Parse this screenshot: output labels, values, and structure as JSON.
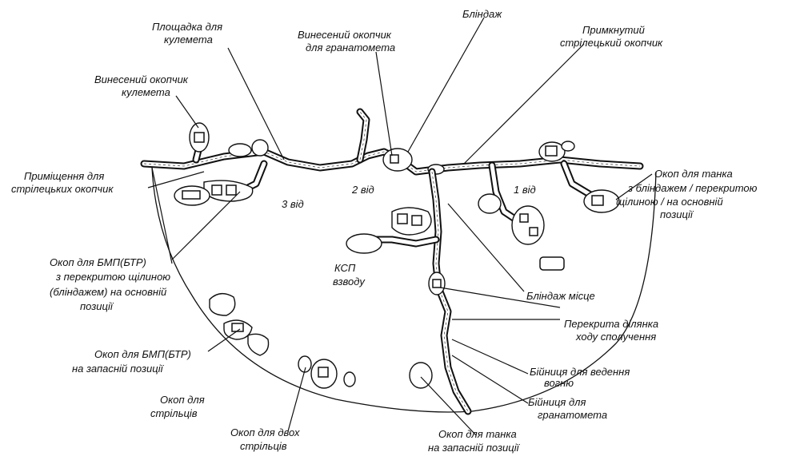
{
  "labels": {
    "crew_platform": [
      "Площадка для",
      "кулемета"
    ],
    "grenade_cell": [
      "Винесений окопчик",
      "для гранатомета"
    ],
    "dugout_top": [
      "Бліндаж"
    ],
    "attached_rifle": [
      "Примкнутий",
      "стрілецький окопчик"
    ],
    "forward_mg": [
      "Винесений окопчик",
      "кулемета"
    ],
    "shelter_trench": [
      "Приміщення для",
      "стрілецьких окопчик"
    ],
    "squad2": [
      "2 від"
    ],
    "squad1": [
      "1 від"
    ],
    "squad3": [
      "3 від"
    ],
    "tank_main": [
      "Окоп для танка",
      "з бліндажем / перекритою",
      "щілиною / на основній",
      "позиції"
    ],
    "bmp_main": [
      "Окоп для БМП(БТР)",
      "з перекритою щілиною",
      "(бліндажем) на основній",
      "позиції"
    ],
    "platoon_cp": [
      "КСП",
      "взводу"
    ],
    "dugout_place": [
      "Бліндаж місце"
    ],
    "covered_comm": [
      "Перекрита ділянка",
      "ходу сполучення"
    ],
    "bmp_reserve": [
      "Окоп для БМП(БТР)",
      "на запасній позиції"
    ],
    "fire_loophole": [
      "Бійниця для ведення",
      "вогню"
    ],
    "shooter_trench": [
      "Окоп для",
      "стрільців"
    ],
    "grenade_loophole": [
      "Бійниця для",
      "гранатомета"
    ],
    "two_shooter": [
      "Окоп для двох",
      "стрільців"
    ],
    "tank_reserve": [
      "Окоп для танка",
      "на запасній позиції"
    ]
  }
}
